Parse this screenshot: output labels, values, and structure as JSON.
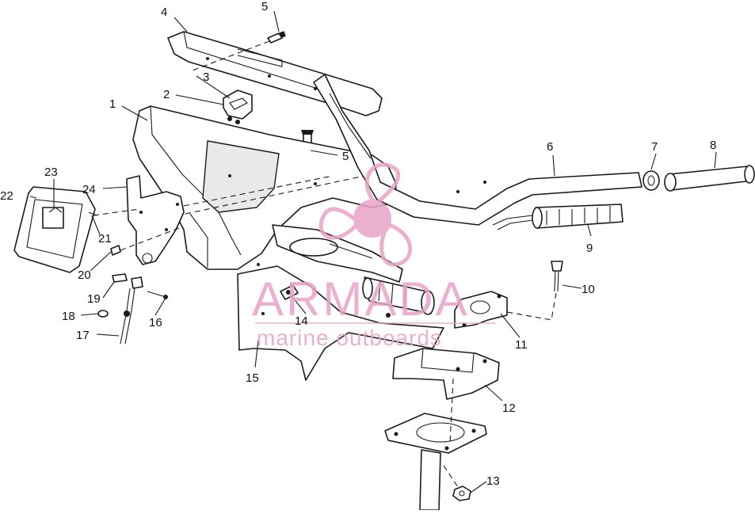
{
  "callouts": [
    {
      "id": "1",
      "text": "1"
    },
    {
      "id": "2",
      "text": "2"
    },
    {
      "id": "3",
      "text": "3"
    },
    {
      "id": "4",
      "text": "4"
    },
    {
      "id": "5a",
      "text": "5"
    },
    {
      "id": "5b",
      "text": "5"
    },
    {
      "id": "6",
      "text": "6"
    },
    {
      "id": "7",
      "text": "7"
    },
    {
      "id": "8",
      "text": "8"
    },
    {
      "id": "9",
      "text": "9"
    },
    {
      "id": "10",
      "text": "10"
    },
    {
      "id": "11",
      "text": "11"
    },
    {
      "id": "12",
      "text": "12"
    },
    {
      "id": "13",
      "text": "13"
    },
    {
      "id": "14",
      "text": "14"
    },
    {
      "id": "15",
      "text": "15"
    },
    {
      "id": "16",
      "text": "16"
    },
    {
      "id": "17",
      "text": "17"
    },
    {
      "id": "18",
      "text": "18"
    },
    {
      "id": "19",
      "text": "19"
    },
    {
      "id": "20",
      "text": "20"
    },
    {
      "id": "21",
      "text": "21"
    },
    {
      "id": "22",
      "text": "22"
    },
    {
      "id": "23",
      "text": "23"
    },
    {
      "id": "24",
      "text": "24"
    }
  ],
  "watermark": {
    "brand": "ARMADA",
    "tagline": "marine outboards",
    "color": "#e8a3c6"
  },
  "colors": {
    "line": "#1a1a1a",
    "background": "#ffffff"
  }
}
